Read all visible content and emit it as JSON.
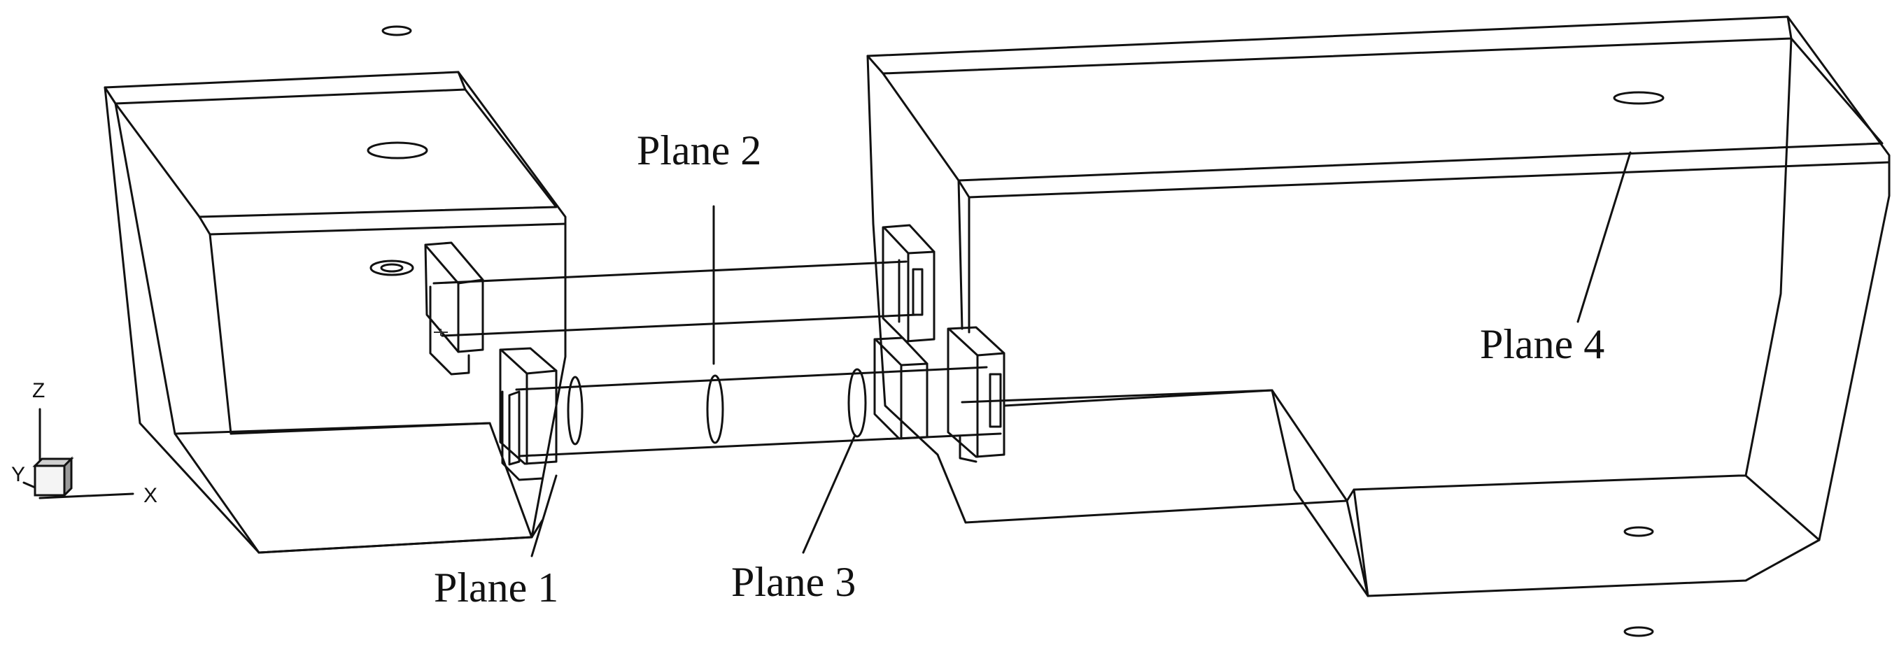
{
  "labels": {
    "plane1": "Plane 1",
    "plane2": "Plane 2",
    "plane3": "Plane 3",
    "plane4": "Plane 4"
  },
  "axes": {
    "z": "Z",
    "y": "Y",
    "x": "X"
  },
  "colors": {
    "line": "#111111",
    "background": "#ffffff"
  }
}
